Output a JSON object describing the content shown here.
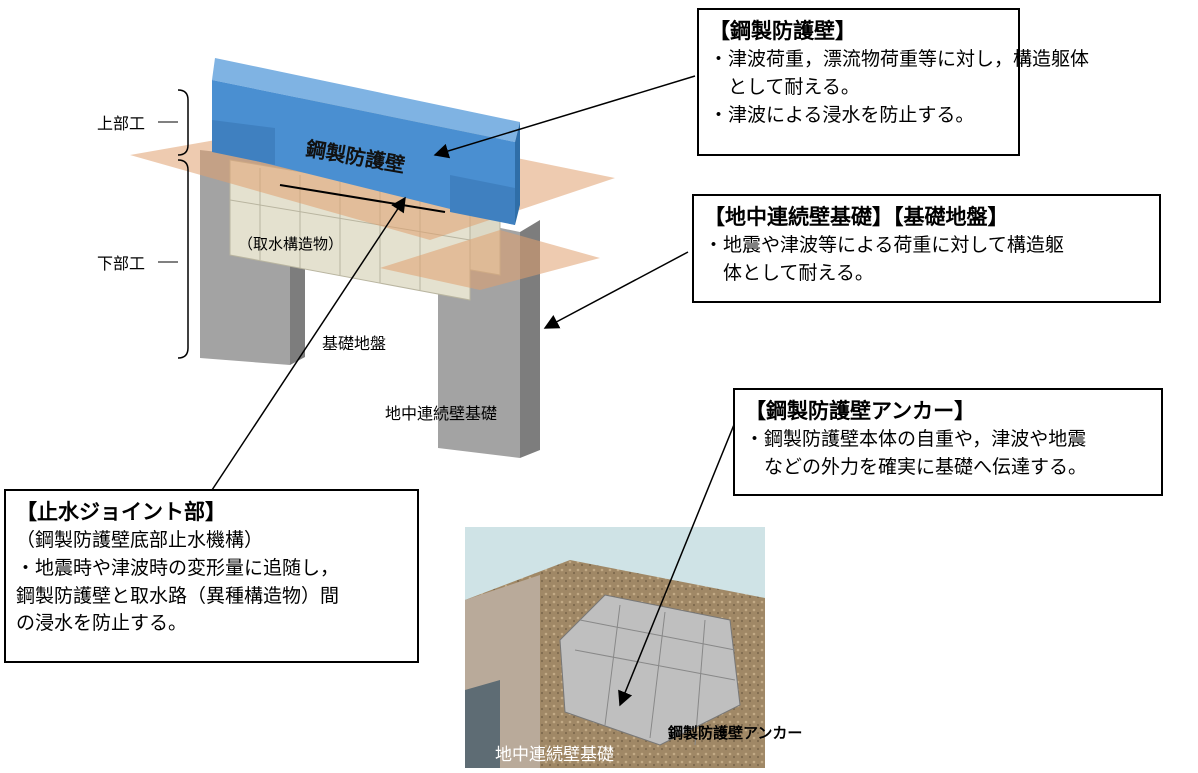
{
  "labels": {
    "upper": "上部工",
    "lower": "下部工",
    "wall_on_model": "鋼製防護壁",
    "intake": "（取水構造物）",
    "ground": "基礎地盤",
    "diaphragm": "地中連続壁基礎",
    "photo_diaphragm": "地中連続壁基礎",
    "photo_anchor": "鋼製防護壁アンカー"
  },
  "callouts": {
    "steel_wall": {
      "title": "【鋼製防護壁】",
      "lines": [
        "・津波荷重，漂流物荷重等に対し，構造躯体",
        "　として耐える。",
        "・津波による浸水を防止する。"
      ]
    },
    "foundation": {
      "title": "【地中連続壁基礎】【基礎地盤】",
      "lines": [
        "・地震や津波等による荷重に対して構造躯",
        "　体として耐える。"
      ]
    },
    "anchor": {
      "title": "【鋼製防護壁アンカー】",
      "lines": [
        "・鋼製防護壁本体の自重や，津波や地震",
        "　などの外力を確実に基礎へ伝達する。"
      ]
    },
    "joint": {
      "title": "【止水ジョイント部】",
      "lines": [
        "（鋼製防護壁底部止水機構）",
        "・地震時や津波時の変形量に追随し，",
        "鋼製防護壁と取水路（異種構造物）間",
        "の浸水を防止する。"
      ]
    }
  },
  "colors": {
    "wall_blue": "#4a8fd1",
    "slab_orange": "#e0a070",
    "concrete_grey": "#9a9a9a",
    "intake_beige": "#d9d6c4",
    "sky": "#cfe3e6",
    "soil": "#a08866"
  }
}
